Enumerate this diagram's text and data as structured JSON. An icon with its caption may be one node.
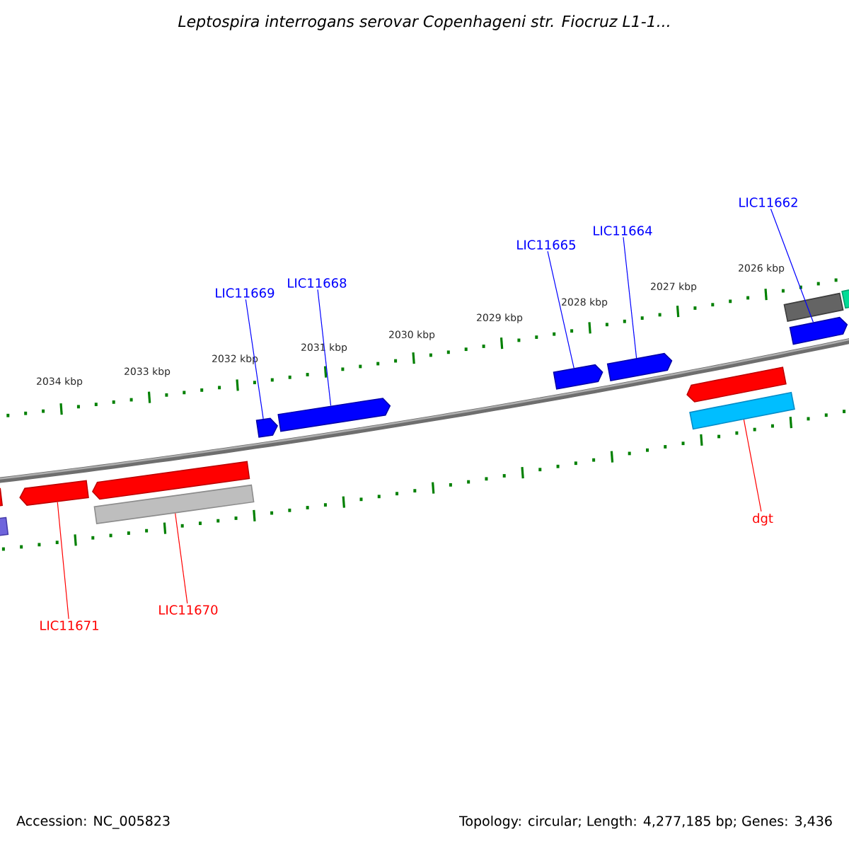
{
  "diagram": {
    "title": "Leptospira interrogans serovar Copenhageni str. Fiocruz L1-1...",
    "nodes": [
      {
        "text": [
          "LIC11662"
        ]
      },
      {
        "text": [
          "LIC11664"
        ]
      },
      {
        "text": [
          "LIC11665"
        ]
      },
      {
        "text": [
          "LIC11668"
        ]
      },
      {
        "text": [
          "LIC11669"
        ]
      },
      {
        "text": [
          "dgt"
        ]
      },
      {
        "text": [
          "LIC11670"
        ]
      },
      {
        "text": [
          "LIC11671"
        ]
      },
      {
        "text": [],
        "shape": "arrow"
      },
      {
        "text": [],
        "shape": "bar"
      },
      {
        "text": [],
        "shape": "arrow"
      },
      {
        "text": [],
        "shape": "arrow"
      },
      {
        "text": [],
        "shape": "arrow"
      },
      {
        "text": [],
        "shape": "arrow"
      },
      {
        "text": [],
        "shape": "bar"
      },
      {
        "text": [],
        "shape": "arrow"
      },
      {
        "text": [],
        "shape": "arrow"
      },
      {
        "text": [],
        "shape": "bar"
      },
      {
        "text": [],
        "shape": "arrow"
      },
      {
        "text": [],
        "shape": "arrow"
      },
      {
        "text": [],
        "shape": "bar"
      },
      {
        "text": [],
        "shape": "bar"
      }
    ],
    "edges": [
      {
        "from": 0,
        "to": 15,
        "arrow": "none"
      },
      {
        "from": 1,
        "to": 13,
        "arrow": "none"
      },
      {
        "from": 2,
        "to": 12,
        "arrow": "none"
      },
      {
        "from": 3,
        "to": 11,
        "arrow": "none"
      },
      {
        "from": 4,
        "to": 10,
        "arrow": "none"
      },
      {
        "from": 5,
        "to": 14,
        "arrow": "none",
        "color": "#ff0000"
      },
      {
        "from": 6,
        "to": 9,
        "arrow": "none",
        "color": "#ff0000"
      },
      {
        "from": 7,
        "to": 8,
        "arrow": "none",
        "color": "#ff0000"
      }
    ],
    "labels": [
      "2026 kbp",
      "2027 kbp",
      "2028 kbp",
      "2029 kbp",
      "2030 kbp",
      "2031 kbp",
      "2032 kbp",
      "2033 kbp",
      "2034 kbp",
      "Accession: NC_005823",
      "Topology: circular; Length: 4,277,185 bp; Genes: 3,436"
    ]
  }
}
